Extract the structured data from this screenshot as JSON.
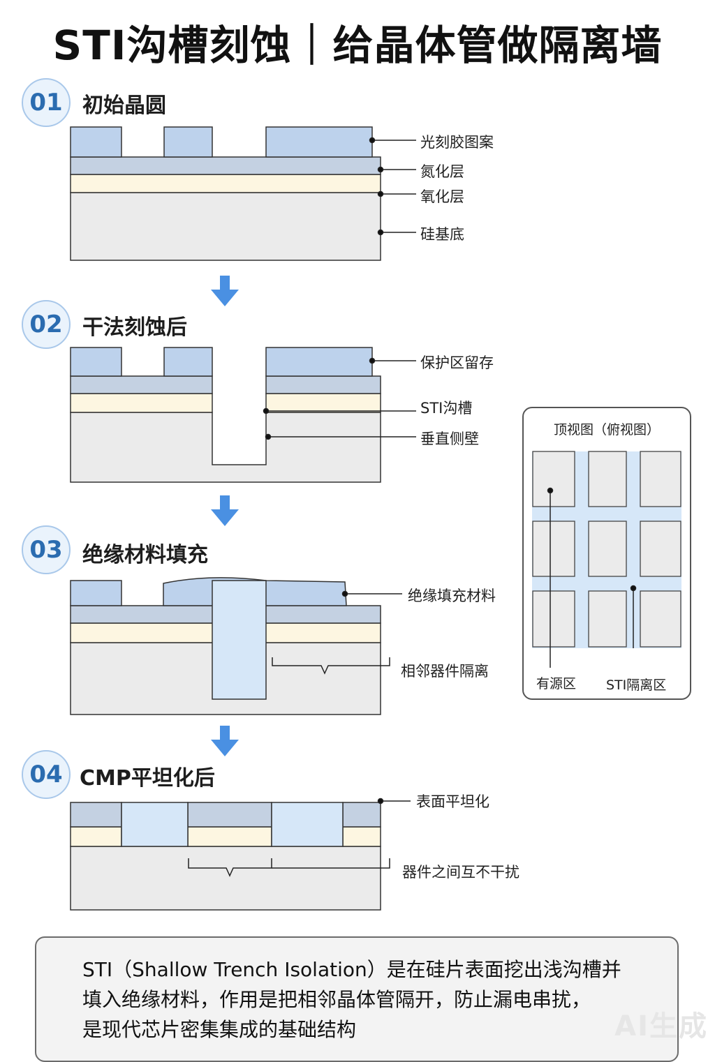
{
  "title": "STI沟槽刻蚀｜给晶体管做隔离墙",
  "steps": [
    {
      "number": "01",
      "title": "初始晶圆",
      "labels": [
        "光刻胶图案",
        "氮化层",
        "氧化层",
        "硅基底"
      ]
    },
    {
      "number": "02",
      "title": "干法刻蚀后",
      "labels": [
        "保护区留存",
        "STI沟槽",
        "垂直侧壁"
      ]
    },
    {
      "number": "03",
      "title": "绝缘材料填充",
      "labels": [
        "绝缘填充材料",
        "相邻器件隔离"
      ]
    },
    {
      "number": "04",
      "title": "CMP平坦化后",
      "labels": [
        "表面平坦化",
        "器件之间互不干扰"
      ]
    }
  ],
  "top_view": {
    "title": "顶视图（俯视图）",
    "active_label": "有源区",
    "sti_label": "STI隔离区"
  },
  "summary": {
    "lines": [
      "STI（Shallow Trench Isolation）是在硅片表面挖出浅沟槽并",
      "填入绝缘材料，作用是把相邻晶体管隔开，防止漏电串扰，",
      "是现代芯片密集集成的基础结构"
    ]
  },
  "watermark": "AI生成",
  "colors": {
    "photoresist": "#bdd2ec",
    "nitride": "#c4d1e2",
    "oxide": "#fdf6e1",
    "silicon": "#ebebeb",
    "fill": "#d6e7f8",
    "accent": "#4a90e2",
    "badge_text": "#2b6cb0"
  }
}
